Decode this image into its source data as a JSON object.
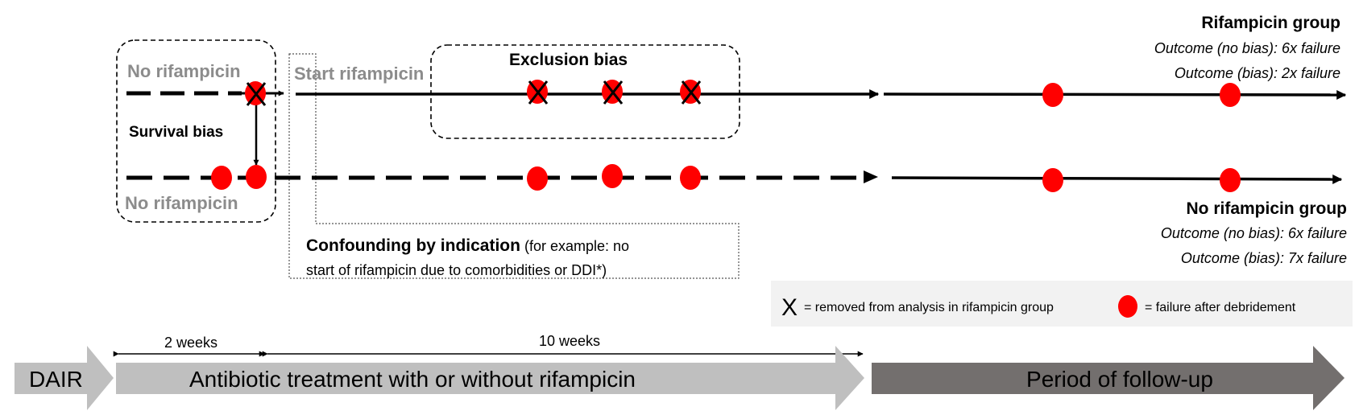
{
  "rifampicin_group": {
    "title": "Rifampicin group",
    "outcome_no_bias": "Outcome (no bias): 6x failure",
    "outcome_bias": "Outcome (bias): 2x failure"
  },
  "no_rifampicin_group": {
    "title": "No rifampicin group",
    "outcome_no_bias": "Outcome (no bias): 6x failure",
    "outcome_bias": "Outcome (bias): 7x failure"
  },
  "labels": {
    "no_rifampicin_top": "No rifampicin",
    "no_rifampicin_bottom": "No rifampicin",
    "start_rifampicin": "Start rifampicin",
    "exclusion_bias": "Exclusion bias",
    "survival_bias": "Survival bias",
    "confounding_bold": "Confounding by indication",
    "confounding_rest": " (for example: no",
    "confounding_line2": "start of rifampicin due to comorbidities or DDI*)"
  },
  "legend": {
    "x_symbol": "X",
    "x_text": "= removed from analysis in rifampicin group",
    "dot_text": "= failure after debridement"
  },
  "timeline": {
    "span_2_weeks": "2 weeks",
    "span_10_weeks": "10 weeks",
    "dair": "DAIR",
    "treatment": "Antibiotic treatment with or without rifampicin",
    "follow_up": "Period of follow-up"
  },
  "colors": {
    "failure_dot": "#ff0000",
    "grey_label": "#8c8c8c",
    "light_arrow": "#bfbfbf",
    "dark_arrow": "#736f6e",
    "legend_bg": "#f2f2f2"
  }
}
